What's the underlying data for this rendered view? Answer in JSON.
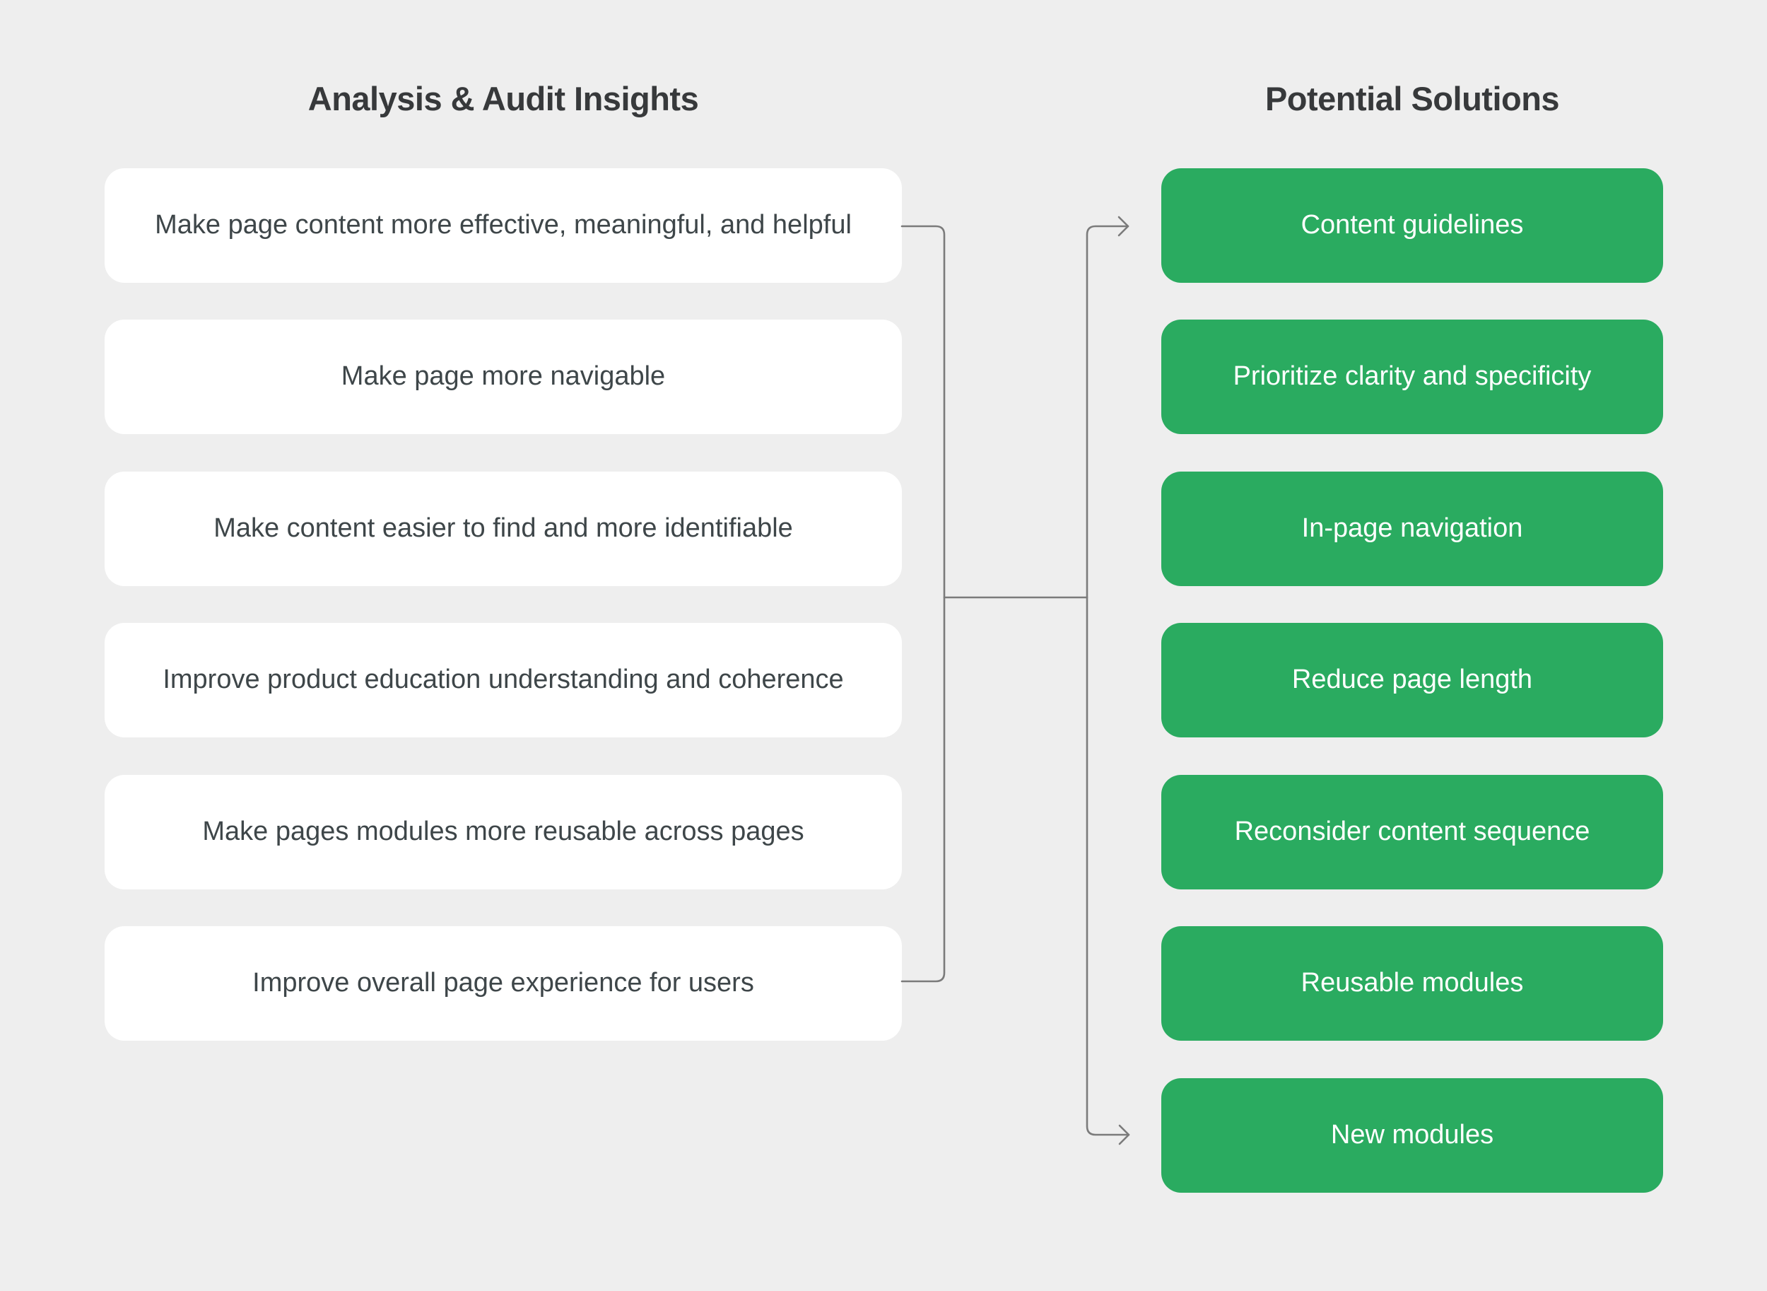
{
  "left_column": {
    "title": "Analysis & Audit Insights",
    "items": [
      "Make page content more effective, meaningful, and helpful",
      "Make page more navigable",
      "Make content easier to find and more identifiable",
      "Improve product education understanding and coherence",
      "Make pages modules more reusable across pages",
      "Improve overall page experience for users"
    ]
  },
  "right_column": {
    "title": "Potential Solutions",
    "items": [
      "Content guidelines",
      "Prioritize clarity and specificity",
      "In-page navigation",
      "Reduce page length",
      "Reconsider content sequence",
      "Reusable modules",
      "New modules"
    ]
  },
  "colors": {
    "background": "#eeeeee",
    "insight_card_bg": "#ffffff",
    "solution_card_bg": "#2aab60",
    "card_text_dark": "#3e4649",
    "solution_text": "#ffffff",
    "title_text": "#37393b",
    "connector_line": "#7b7b7b"
  }
}
